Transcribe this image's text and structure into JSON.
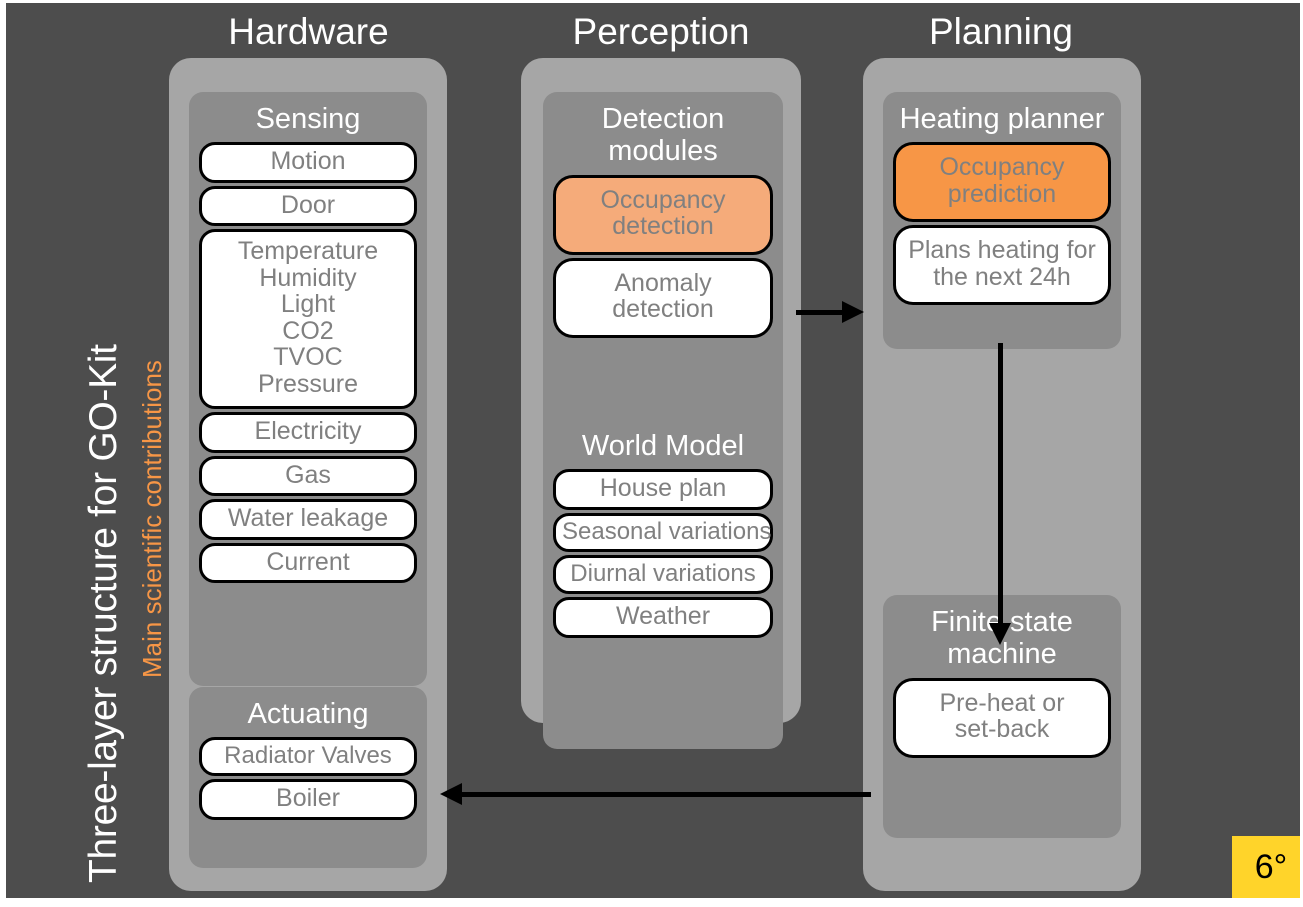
{
  "slide": {
    "main_title": "Three-layer structure for GO-Kit",
    "contributions_label": "Main scientific contributions",
    "corner_badge": "6°",
    "colors": {
      "background": "#4d4d4d",
      "layer_panel": "#a6a6a6",
      "group_panel": "#8c8c8c",
      "pill_fill": "#ffffff",
      "pill_text": "#808080",
      "accent_orange": "#F79646",
      "accent_orange_light": "#F5AB7A",
      "badge_yellow": "#FFD42A",
      "header_text": "#ffffff"
    }
  },
  "columns": [
    {
      "key": "hardware",
      "header": "Hardware",
      "groups": [
        {
          "key": "sensing",
          "title": "Sensing",
          "items": [
            {
              "label": "Motion",
              "highlight": "none"
            },
            {
              "label": "Door",
              "highlight": "none"
            },
            {
              "label": "Temperature\nHumidity\nLight\nCO2\nTVOC\nPressure",
              "highlight": "none"
            },
            {
              "label": "Electricity",
              "highlight": "none"
            },
            {
              "label": "Gas",
              "highlight": "none"
            },
            {
              "label": "Water leakage",
              "highlight": "none"
            },
            {
              "label": "Current",
              "highlight": "none"
            }
          ]
        },
        {
          "key": "actuating",
          "title": "Actuating",
          "items": [
            {
              "label": "Radiator Valves",
              "highlight": "none"
            },
            {
              "label": "Boiler",
              "highlight": "none"
            }
          ]
        }
      ]
    },
    {
      "key": "perception",
      "header": "Perception",
      "groups": [
        {
          "key": "detection-modules",
          "title": "Detection modules",
          "items": [
            {
              "label": "Occupancy detection",
              "highlight": "orange-light"
            },
            {
              "label": "Anomaly detection",
              "highlight": "none"
            }
          ]
        },
        {
          "key": "world-model",
          "title": "World Model",
          "items": [
            {
              "label": "House plan",
              "highlight": "none"
            },
            {
              "label": "Seasonal variations",
              "highlight": "none"
            },
            {
              "label": "Diurnal variations",
              "highlight": "none"
            },
            {
              "label": "Weather",
              "highlight": "none"
            }
          ]
        }
      ]
    },
    {
      "key": "planning",
      "header": "Planning",
      "groups": [
        {
          "key": "heating-planner",
          "title": "Heating planner",
          "items": [
            {
              "label": "Occupancy prediction",
              "highlight": "orange"
            },
            {
              "label": "Plans heating for the next 24h",
              "highlight": "none"
            }
          ]
        },
        {
          "key": "finite-state-machine",
          "title": "Finite state machine",
          "items": [
            {
              "label": "Pre-heat or set-back",
              "highlight": "none"
            }
          ]
        }
      ]
    }
  ],
  "sensing_items": {
    "motion": "Motion",
    "door": "Door",
    "env_line_1": "Temperature",
    "env_line_2": "Humidity",
    "env_line_3": "Light",
    "env_line_4": "CO2",
    "env_line_5": "TVOC",
    "env_line_6": "Pressure",
    "electricity": "Electricity",
    "gas": "Gas",
    "water_leakage": "Water leakage",
    "current": "Current"
  },
  "actuating_items": {
    "radiator_valves": "Radiator Valves",
    "boiler": "Boiler"
  },
  "detection_items": {
    "occupancy_line_1": "Occupancy",
    "occupancy_line_2": "detection",
    "anomaly_line_1": "Anomaly",
    "anomaly_line_2": "detection"
  },
  "world_model_items": {
    "house_plan": "House plan",
    "seasonal": "Seasonal variations",
    "diurnal": "Diurnal variations",
    "weather": "Weather"
  },
  "heating_planner_items": {
    "prediction_line_1": "Occupancy",
    "prediction_line_2": "prediction",
    "plans_line_1": "Plans heating for",
    "plans_line_2": "the next 24h"
  },
  "fsm_items": {
    "preheat_line_1": "Pre-heat or",
    "preheat_line_2": "set-back"
  },
  "group_titles": {
    "sensing": "Sensing",
    "actuating": "Actuating",
    "detection_line_1": "Detection",
    "detection_line_2": "modules",
    "world_model": "World Model",
    "heating_planner": "Heating planner",
    "fsm_line_1": "Finite state",
    "fsm_line_2": "machine"
  },
  "headers": {
    "hardware": "Hardware",
    "perception": "Perception",
    "planning": "Planning"
  },
  "arrows": [
    {
      "key": "perception-to-planning",
      "direction": "right"
    },
    {
      "key": "planner-to-fsm",
      "direction": "down"
    },
    {
      "key": "planning-to-actuating",
      "direction": "left"
    }
  ]
}
